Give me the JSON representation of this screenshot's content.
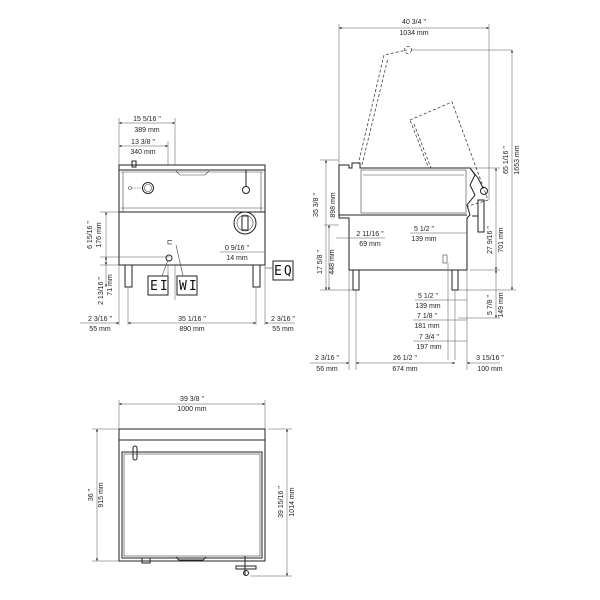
{
  "drawing": {
    "front_view": {
      "dims": {
        "top_outer_in": "15 5/16 \"",
        "top_outer_mm": "389 mm",
        "top_inner_in": "13 3/8 \"",
        "top_inner_mm": "340 mm",
        "height_in": "6 15/16 \"",
        "height_mm": "176 mm",
        "leg_in": "2 13/16 \"",
        "leg_mm": "71 mm",
        "side_offset_in": "0 9/16 \"",
        "side_offset_mm": "14 mm",
        "left_in": "2 3/16 \"",
        "left_mm": "55 mm",
        "width_in": "35 1/16 \"",
        "width_mm": "890 mm",
        "right_in": "2 3/16 \"",
        "right_mm": "55 mm"
      },
      "labels": {
        "ei": "EI",
        "wi": "WI",
        "eq": "EQ"
      }
    },
    "side_view": {
      "dims": {
        "width_in": "40 3/4 \"",
        "width_mm": "1034 mm",
        "total_height_in": "65 1/16 \"",
        "total_height_mm": "1653 mm",
        "body_height_in": "35 3/8 \"",
        "body_height_mm": "898 mm",
        "lower_height_in": "17 5/8 \"",
        "lower_height_mm": "448 mm",
        "inset_in": "2 11/16 \"",
        "inset_mm": "69 mm",
        "right_inset_in": "5 1/2 \"",
        "right_inset_mm": "139 mm",
        "tilt_height_in": "27 9/16 \"",
        "tilt_height_mm": "701 mm",
        "leg_in": "5 7/8 \"",
        "leg_mm": "149 mm",
        "d1_in": "5 1/2 \"",
        "d1_mm": "139 mm",
        "d2_in": "7 1/8 \"",
        "d2_mm": "181 mm",
        "d3_in": "7 3/4 \"",
        "d3_mm": "197 mm",
        "left_in": "2 3/16 \"",
        "left_mm": "56 mm",
        "depth_in": "26 1/2 \"",
        "depth_mm": "674 mm",
        "right_in": "3 15/16 \"",
        "right_mm": "100 mm"
      }
    },
    "top_view": {
      "dims": {
        "width_in": "39 3/8 \"",
        "width_mm": "1000 mm",
        "depth_in": "36 \"",
        "depth_mm": "915 mm",
        "total_depth_in": "39 15/16 \"",
        "total_depth_mm": "1014 mm"
      }
    }
  }
}
